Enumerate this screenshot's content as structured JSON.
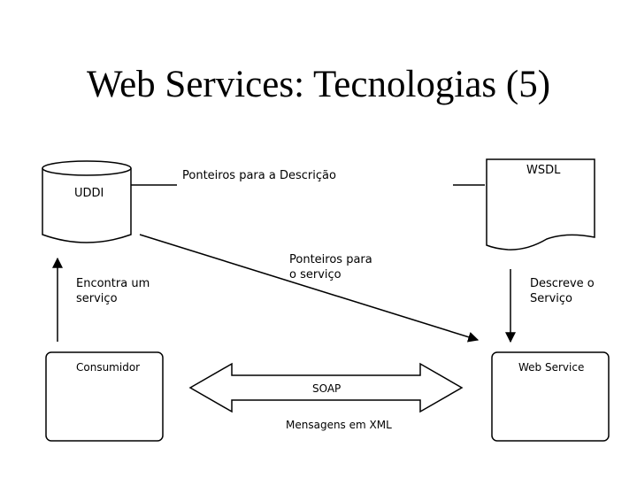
{
  "slide": {
    "title": "Web Services: Tecnologias (5)"
  },
  "nodes": {
    "uddi": {
      "label": "UDDI"
    },
    "wsdl": {
      "label": "WSDL"
    },
    "consumidor": {
      "label": "Consumidor"
    },
    "web_service": {
      "label": "Web Service"
    }
  },
  "edges": {
    "uddi_to_wsdl": {
      "label": "Ponteiros para a Descrição"
    },
    "uddi_to_web_service": {
      "label": "Ponteiros para\no serviço"
    },
    "consumidor_to_uddi": {
      "label": "Encontra um\nserviço"
    },
    "wsdl_to_web_service": {
      "label": "Descreve o\nServiço"
    },
    "consumidor_web_service": {
      "label": "SOAP",
      "sublabel": "Mensagens em XML"
    }
  }
}
